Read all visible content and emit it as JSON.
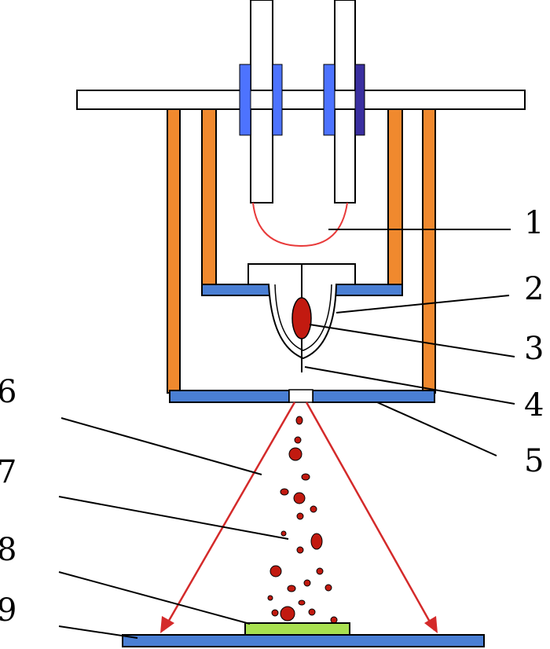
{
  "callouts": {
    "c1": "1",
    "c2": "2",
    "c3": "3",
    "c4": "4",
    "c5": "5",
    "c6": "6",
    "c7": "7",
    "c8": "8",
    "c9": "9"
  },
  "colors": {
    "insulator_blue": "#4d73ff",
    "insulator_dark": "#3a2fa0",
    "orange_wall": "#f0892e",
    "plate_blue": "#4a7fd4",
    "filament_red": "#e83a3a",
    "droplet_red": "#c21a10",
    "arrow_red": "#d42a2a",
    "substrate_green": "#a8e050",
    "line": "#000000"
  }
}
